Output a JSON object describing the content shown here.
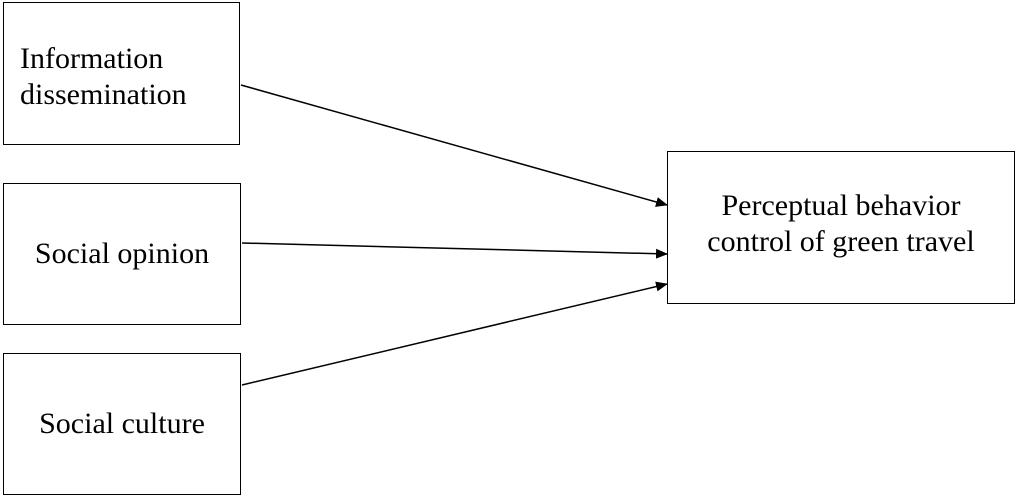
{
  "nodes": {
    "information_dissemination": {
      "line1": "Information",
      "line2": "dissemination"
    },
    "social_opinion": {
      "label": "Social opinion"
    },
    "social_culture": {
      "label": "Social culture"
    },
    "perceptual_behavior_control": {
      "line1": "Perceptual behavior",
      "line2": "control of green travel"
    }
  },
  "edges": [
    {
      "from": "Information dissemination",
      "to": "Perceptual behavior control of green travel"
    },
    {
      "from": "Social opinion",
      "to": "Perceptual behavior control of green travel"
    },
    {
      "from": "Social culture",
      "to": "Perceptual behavior control of green travel"
    }
  ],
  "colors": {
    "line": "#000000",
    "box_border": "#000000",
    "background": "#ffffff"
  }
}
